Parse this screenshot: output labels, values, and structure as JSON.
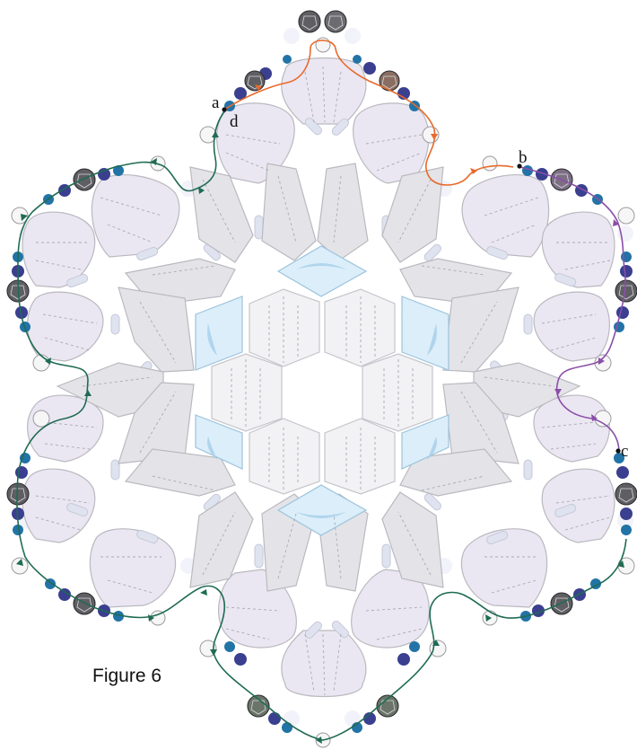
{
  "figure": {
    "caption": "Figure 6"
  },
  "point_labels": {
    "a": "a",
    "b": "b",
    "c": "c",
    "d": "d"
  },
  "colors": {
    "orange_path": "#e8692a",
    "purple_path": "#8a4fa8",
    "green_path": "#1f6b53",
    "blue_bead": "#2273a6",
    "navy_bead": "#3a3f8f",
    "gray_bead": "#606060",
    "tile_lavender": "#ebe7f2",
    "tile_gray": "#e4e4e8",
    "tile_light": "#f2f2f4",
    "tile_blue": "#dbeefa",
    "outline": "#b9b9c0"
  }
}
